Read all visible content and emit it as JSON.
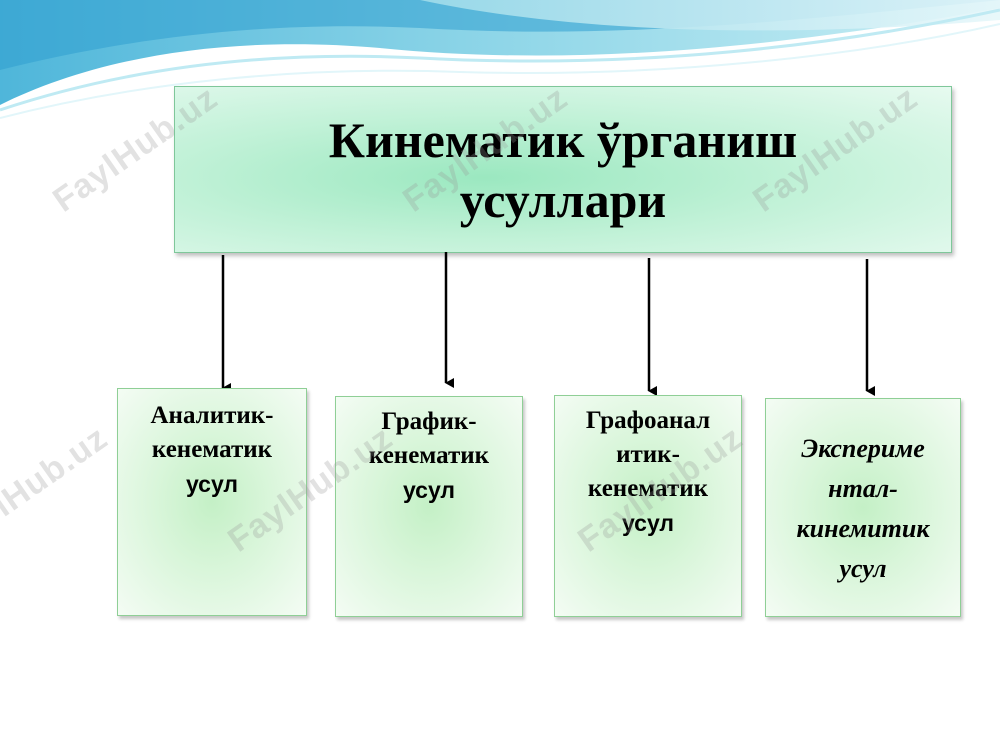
{
  "title": {
    "line1": "Кинематик ўрганиш",
    "line2": "усуллари"
  },
  "methods": [
    {
      "line1": "Аналитик-",
      "line2": "кенематик",
      "line3": "усул"
    },
    {
      "line1": "График-",
      "line2": "кенематик",
      "line3": "усул"
    },
    {
      "line1": "Графоанал",
      "line2": "итик-",
      "line3": "кенематик",
      "line4": "усул"
    },
    {
      "line1": "Экспериме",
      "line2": "нтал-",
      "line3": "кинемитик",
      "line4": "усул"
    }
  ],
  "watermark": "FaylHub.uz",
  "colors": {
    "title_fill": "#bff1d6",
    "box_fill": "#daf6db",
    "box_border": "#8fcf96",
    "wave_blue": "#5fc3dd",
    "text": "#000000"
  }
}
